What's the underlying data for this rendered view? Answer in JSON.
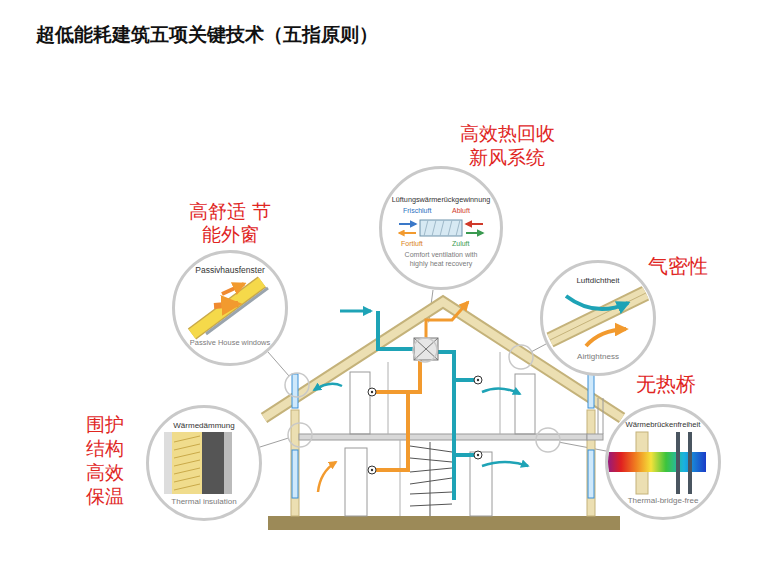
{
  "diagram": {
    "title": "超低能耗建筑五项关键技术（五指原则）",
    "nodes": [
      {
        "text": [
          "高效热回收 新风系统",
          "Lüftungswärmerückgewinnung",
          "Frischluft",
          "Abluft",
          "Fortluft",
          "Zuluft",
          "Comfort ventilation with highly heat recovery"
        ]
      },
      {
        "text": [
          "高舒适 节能外窗",
          "Passivhausfenster",
          "Passive House windows"
        ]
      },
      {
        "text": [
          "气密性",
          "Luftdichtheit",
          "Airtightness"
        ]
      },
      {
        "text": [
          "围护 结构 高效 保温",
          "Wärmedämmung",
          "Thermal insulation"
        ]
      },
      {
        "text": [
          "无热桥",
          "Wärmebrückenfreiheit",
          "Thermal-bridge-free"
        ]
      }
    ]
  }
}
